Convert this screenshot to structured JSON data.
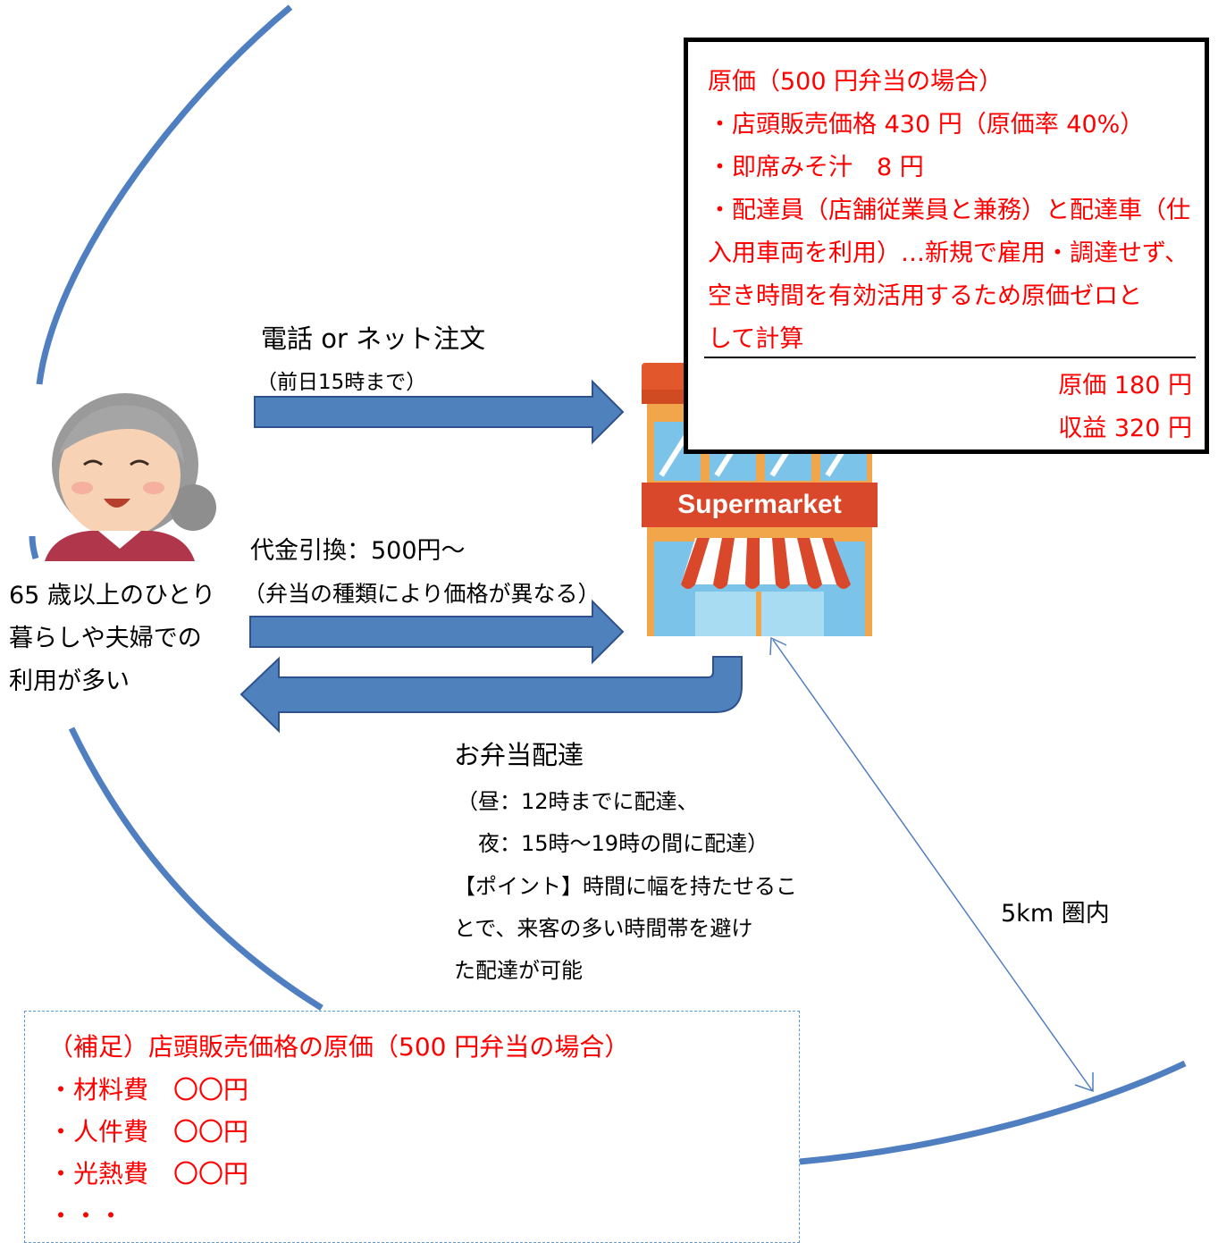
{
  "cost_box": {
    "title": "原価（500 円弁当の場合）",
    "items": [
      "・店頭販売価格 430 円（原価率 40%）",
      "・即席みそ汁　8 円",
      "・配達員（店舗従業員と兼務）と配達車（仕",
      "入用車両を利用）…新規で雇用・調達せず、",
      "空き時間を有効活用するため原価ゼロと",
      "して計算"
    ],
    "cost_total": "原価 180 円",
    "profit": "収益 320 円"
  },
  "order": {
    "title": "電話 or ネット注文",
    "note": "（前日15時まで）"
  },
  "payment": {
    "title": "代金引換：500円～",
    "note": "（弁当の種類により価格が異なる）"
  },
  "customer": {
    "lines": [
      "65 歳以上のひとり",
      "暮らしや夫婦での",
      "利用が多い"
    ]
  },
  "store": {
    "sign": "Supermarket"
  },
  "delivery": {
    "title": "お弁当配達",
    "lines": [
      "（昼：12時までに配達、",
      "　夜：15時～19時の間に配達）",
      "【ポイント】時間に幅を持たせるこ",
      "とで、来客の多い時間帯を避け",
      "た配達が可能"
    ]
  },
  "range": {
    "label": "5km 圏内"
  },
  "supplement": {
    "title": "（補足）店頭販売価格の原価（500 円弁当の場合）",
    "items": [
      "・材料費　〇〇円",
      "・人件費　〇〇円",
      "・光熱費　〇〇円",
      "・・・"
    ]
  },
  "colors": {
    "circle": "#4f7fc0",
    "arrow_fill": "#4f81bd",
    "arrow_stroke": "#2f528f",
    "accent_red": "#ff0000"
  }
}
